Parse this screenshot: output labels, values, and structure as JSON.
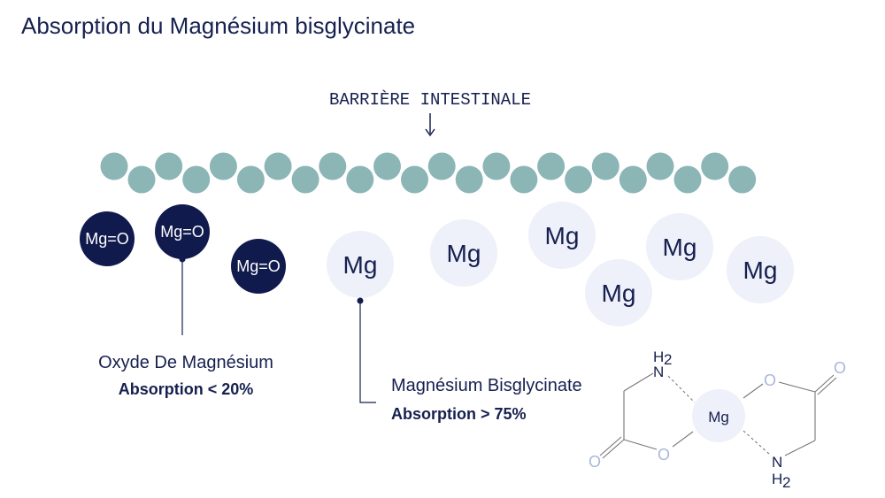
{
  "title": "Absorption du Magnésium bisglycinate",
  "barrier_label": "BARRIÈRE INTESTINALE",
  "colors": {
    "membrane": "#8cb6b6",
    "oxide": "#111a4d",
    "bisglycinate": "#eef0fa",
    "text": "#16204f",
    "oxygen": "#aab6dc"
  },
  "oxide": {
    "molecule_label": "Mg=O",
    "name": "Oxyde De Magnésium",
    "absorption": "Absorption < 20%"
  },
  "bisglycinate": {
    "molecule_label": "Mg",
    "name": "Magnésium Bisglycinate",
    "absorption": "Absorption > 75%"
  },
  "structure": {
    "center": "Mg",
    "amine": "N",
    "amine_sub": "2",
    "amine_h": "H",
    "oxygen": "O"
  }
}
